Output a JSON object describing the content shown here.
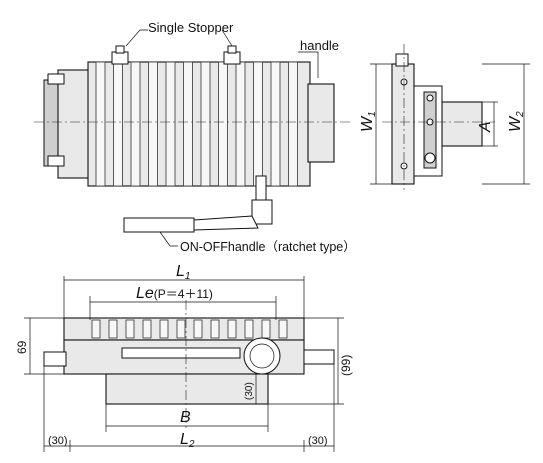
{
  "labels": {
    "single_stopper": "Single Stopper",
    "handle": "handle",
    "on_off_handle": "ON-OFFhandle（ratchet type）",
    "w1_main": "W",
    "w1_sub": "1",
    "w2_main": "W",
    "w2_sub": "2",
    "a": "A",
    "l1_main": "L",
    "l1_sub": "1",
    "le_main": "Le",
    "le_paren": "(P＝4＋11)",
    "dim_69": "69",
    "dim_99": "(99)",
    "dim_30_mid": "(30)",
    "b": "B",
    "l2_main": "L",
    "l2_sub": "2",
    "dim_30_left": "(30)",
    "dim_30_right": "(30)"
  }
}
